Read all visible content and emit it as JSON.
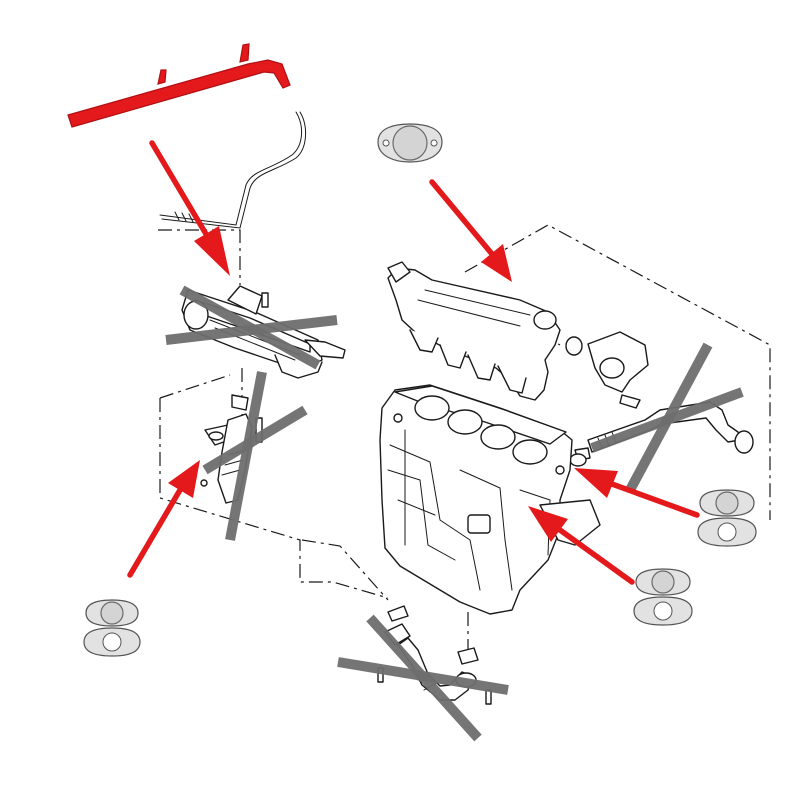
{
  "colors": {
    "highlight": "#e3191c",
    "removed_part_cross": "#6e6e6e",
    "line_art": "#1a1a1a",
    "blanking_plate": "#d4d4d4",
    "background": "#ffffff"
  },
  "components": [
    {
      "name": "egr-cooler-bypass-pipe",
      "state": "highlighted"
    },
    {
      "name": "egr-cooler",
      "state": "removed"
    },
    {
      "name": "egr-valve-to-cooler-pipe",
      "state": "removed"
    },
    {
      "name": "intake-manifold-egr-flange",
      "state": "blanked"
    },
    {
      "name": "egr-valve-feed-pipe",
      "state": "removed"
    },
    {
      "name": "lower-egr-return-pipe",
      "state": "removed"
    },
    {
      "name": "engine-block",
      "state": "kept"
    }
  ],
  "blanking_kits": [
    {
      "name": "blanking-plate-top",
      "items": [
        "plate"
      ]
    },
    {
      "name": "blanking-kit-left",
      "items": [
        "plate",
        "gasket"
      ]
    },
    {
      "name": "blanking-kit-right-upper",
      "items": [
        "plate",
        "gasket"
      ]
    },
    {
      "name": "blanking-kit-right-lower",
      "items": [
        "plate",
        "gasket"
      ]
    }
  ],
  "callout_arrows": [
    {
      "name": "arrow-pipe-to-cooler",
      "color": "#e3191c"
    },
    {
      "name": "arrow-plate-to-manifold",
      "color": "#e3191c"
    },
    {
      "name": "arrow-kit-left-to-pipe",
      "color": "#e3191c"
    },
    {
      "name": "arrow-kit-right-upper-to-block",
      "color": "#e3191c"
    },
    {
      "name": "arrow-kit-right-lower-to-block",
      "color": "#e3191c"
    }
  ]
}
